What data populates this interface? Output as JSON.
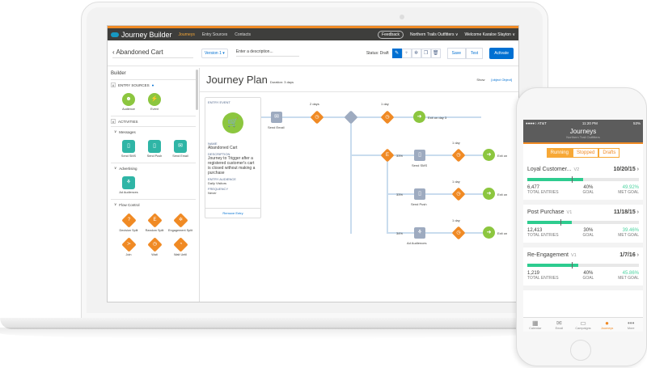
{
  "app": {
    "brand": "Journey Builder",
    "nav": [
      "Journeys",
      "Entry Sources",
      "Contacts"
    ],
    "feedback": "Feedback",
    "org": "Northern Trails Outfitters ∨",
    "welcome": "Welcome Karaloe Slayton ∨"
  },
  "header": {
    "title": "Abandoned Cart",
    "version": "Version 1 ▾",
    "description_placeholder": "Enter a description...",
    "status": "Status: Draft",
    "save": "Save",
    "test": "Test",
    "activate": "Activate"
  },
  "sidebar": {
    "title": "Builder",
    "entry_sources": "ENTRY SOURCES",
    "entry_items": [
      "Audience",
      "Event"
    ],
    "activities": "ACTIVITIES",
    "messages": "Messages",
    "message_items": [
      "Send SMS",
      "Send Push",
      "Send Email"
    ],
    "advertising": "Advertising",
    "ad_items": [
      "Ad Audiences"
    ],
    "flow_control": "Flow Control",
    "flow_items": [
      "Decision Split",
      "Random Split",
      "Engagement Split",
      "Join",
      "Wait",
      "Wait Until"
    ]
  },
  "canvas": {
    "title": "Journey Plan",
    "duration": "Duration: 3 days",
    "show": "Show",
    "labels": {
      "send_email": "Send Email",
      "two_days": "2 days",
      "one_day": "1 day",
      "exit_day3": "Exit on day 3",
      "send_sms": "Send SMS",
      "send_push": "Send Push",
      "ad_audiences": "Ad Audiences",
      "p1": "33%",
      "p2": "33%",
      "p3": "34%",
      "exit_on": "Exit on"
    },
    "entry": {
      "heading": "ENTRY EVENT",
      "name_label": "NAME",
      "name": "Abandoned Cart",
      "desc_label": "DESCRIPTION",
      "desc": "Journey to Trigger after a registered customer's cart is closed without making a purchase",
      "aud_label": "ENTRY AUDIENCE",
      "aud": "Daily Visitors",
      "freq_label": "FREQUENCY",
      "freq": "Never",
      "remove": "Remove Entry"
    }
  },
  "phone": {
    "carrier": "●●●●○ AT&T",
    "time": "11:20 PM",
    "battery": "53%",
    "title": "Journeys",
    "subtitle": "Northern Trail Outfitters",
    "segments": [
      "Running",
      "Stopped",
      "Drafts"
    ],
    "cards": [
      {
        "name": "Loyal Customer...",
        "ver": "V2",
        "date": "10/20/15",
        "entries": "6,477",
        "goal": "40%",
        "met": "49.92%",
        "fill": 50,
        "mark": 40
      },
      {
        "name": "Post Purchase",
        "ver": "V1",
        "date": "11/18/15",
        "entries": "12,413",
        "goal": "30%",
        "met": "39.46%",
        "fill": 40,
        "mark": 30
      },
      {
        "name": "Re-Engagement",
        "ver": "V1",
        "date": "1/7/16",
        "entries": "1,219",
        "goal": "40%",
        "met": "45.86%",
        "fill": 46,
        "mark": 40
      }
    ],
    "stat_labels": [
      "TOTAL ENTRIES",
      "GOAL",
      "MET GOAL"
    ],
    "tabs": [
      "Calendar",
      "Email",
      "Campaigns",
      "Journeys",
      "More"
    ]
  }
}
